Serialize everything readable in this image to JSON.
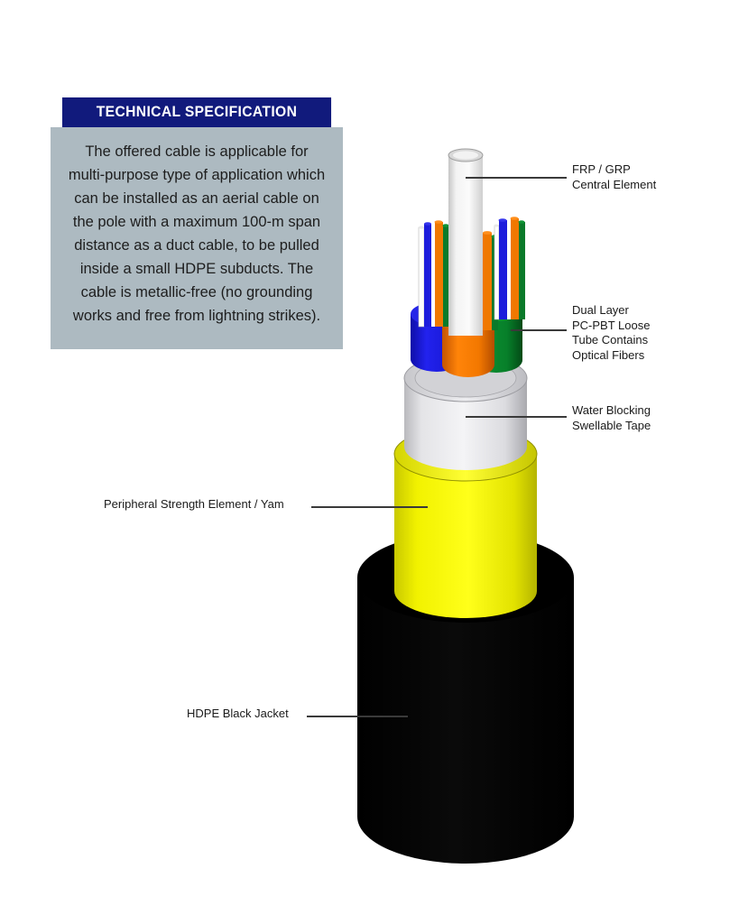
{
  "spec": {
    "title": "TECHNICAL SPECIFICATION",
    "body": "The offered cable is applicable for multi-purpose type of application which can be installed as an aerial cable on the pole with a maximum 100-m span distance as a duct cable, to be pulled inside a small HDPE subducts. The cable is metallic-free (no grounding works and free from lightning strikes)."
  },
  "labels": {
    "frp": "FRP / GRP\nCentral  Element",
    "loose_tube": "Dual Layer\nPC-PBT Loose\nTube Contains\nOptical Fibers",
    "tape": "Water Blocking\nSwellable Tape",
    "yarn": "Peripheral Strength Element / Yam",
    "jacket": "HDPE Black Jacket"
  },
  "colors": {
    "header_bar": "#111a7c",
    "panel_background": "#adbac1",
    "jacket_black": "#000000",
    "yarn_yellow": "#eded00",
    "tape_white": "#e8e8ea",
    "tube_blue": "#1c1cdc",
    "tube_orange": "#f07800",
    "tube_green": "#0a7a2a",
    "central_element_white": "#efefef",
    "leader_line": "#3a3a3a"
  },
  "diagram": {
    "type": "cable-cross-section",
    "layers": [
      {
        "name": "HDPE Black Jacket",
        "color": "#000000",
        "order": 1
      },
      {
        "name": "Peripheral Strength Element / Yam",
        "color": "#eded00",
        "order": 2
      },
      {
        "name": "Water Blocking Swellable Tape",
        "color": "#e8e8ea",
        "order": 3
      },
      {
        "name": "Dual Layer PC-PBT Loose Tube Contains Optical Fibers",
        "color": "#1c1cdc",
        "order": 4
      },
      {
        "name": "FRP / GRP Central Element",
        "color": "#efefef",
        "order": 5
      }
    ],
    "loose_tube_colors": [
      "#1c1cdc",
      "#f07800",
      "#0a7a2a"
    ],
    "fiber_strand_colors": [
      "#ffffff",
      "#1c1cdc",
      "#f07800",
      "#0a7a2a"
    ]
  }
}
